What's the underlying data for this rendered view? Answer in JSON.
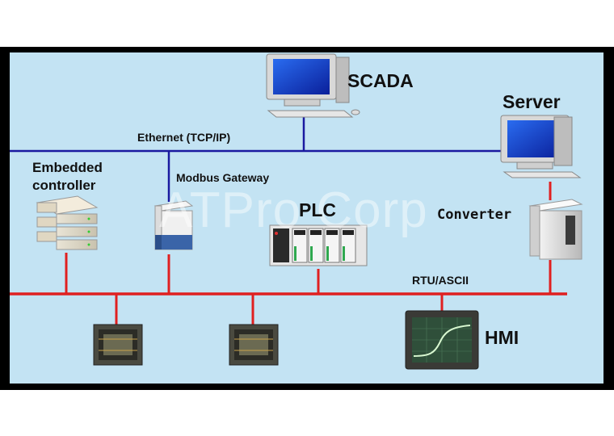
{
  "diagram": {
    "nodes": {
      "scada": {
        "label": "SCADA",
        "icon": "desktop-computer-icon"
      },
      "server": {
        "label": "Server",
        "icon": "desktop-computer-icon"
      },
      "embedded": {
        "label_line1": "Embedded",
        "label_line2": "controller",
        "icon": "stacked-device-icon"
      },
      "gateway": {
        "label": "Modbus Gateway",
        "icon": "gateway-box-icon"
      },
      "plc": {
        "label": "PLC",
        "icon": "plc-rack-icon"
      },
      "converter": {
        "label": "Converter",
        "icon": "tower-unit-icon"
      },
      "hmi": {
        "label": "HMI",
        "icon": "oscilloscope-screen-icon"
      },
      "device1": {
        "icon": "circuit-board-icon"
      },
      "device2": {
        "icon": "circuit-board-icon"
      }
    },
    "buses": {
      "ethernet": {
        "label": "Ethernet (TCP/IP)",
        "color": "#1a1aa0"
      },
      "serial": {
        "label": "RTU/ASCII",
        "color": "#e02020"
      }
    },
    "watermark": "ATPro Corp",
    "colors": {
      "background": "#c3e3f3",
      "frame": "#000000"
    }
  }
}
